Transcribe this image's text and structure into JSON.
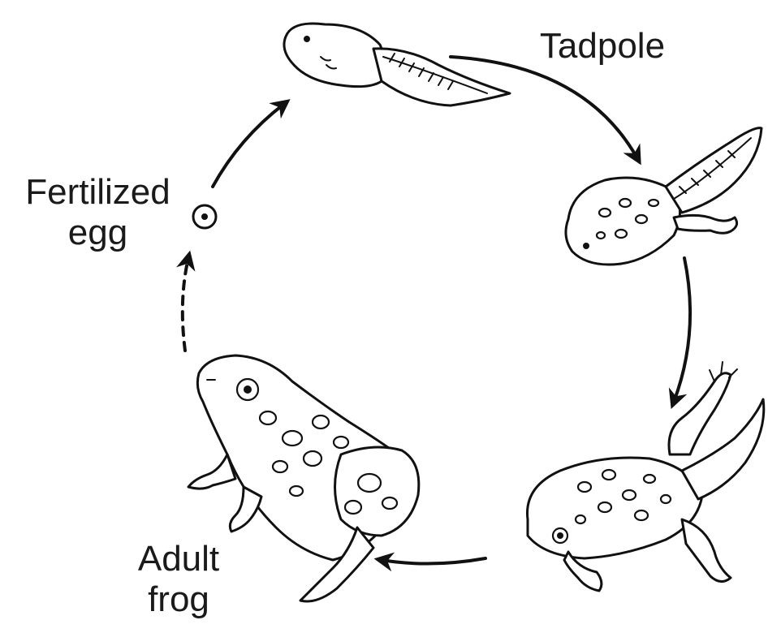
{
  "stages": [
    {
      "id": "egg",
      "label_lines": [
        "Fertilized",
        "egg"
      ]
    },
    {
      "id": "tadpole",
      "label_lines": [
        "Tadpole"
      ]
    },
    {
      "id": "adult",
      "label_lines": [
        "Adult",
        "frog"
      ]
    }
  ]
}
